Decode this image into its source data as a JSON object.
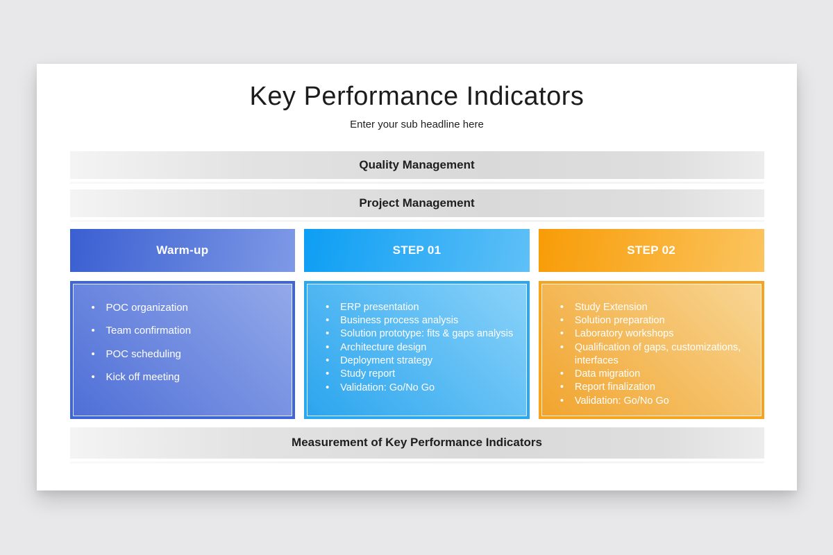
{
  "page": {
    "title": "Key Performance Indicators",
    "subtitle": "Enter your sub headline here"
  },
  "bars": {
    "quality": {
      "label": "Quality Management"
    },
    "project": {
      "label": "Project Management"
    },
    "measurement": {
      "label": "Measurement of Key Performance Indicators"
    }
  },
  "columns": [
    {
      "header": "Warm-up",
      "colors": {
        "header_from": "#3a5fd1",
        "header_to": "#7e99e6",
        "border": "#3e66d8",
        "fill_from": "#4f6fd7",
        "fill_to": "#93a9e9"
      },
      "items": [
        "POC organization",
        "Team confirmation",
        "POC scheduling",
        "Kick off meeting"
      ]
    },
    {
      "header": "STEP 01",
      "colors": {
        "header_from": "#0d9ef4",
        "header_to": "#5ec0f7",
        "border": "#2aa7ee",
        "fill_from": "#2ba5ee",
        "fill_to": "#8ad2f9"
      },
      "items": [
        "ERP presentation",
        "Business process analysis",
        "Solution prototype: fits & gaps analysis",
        "Architecture design",
        "Deployment strategy",
        "Study report",
        "Validation: Go/No Go"
      ]
    },
    {
      "header": "STEP 02",
      "colors": {
        "header_from": "#f89c07",
        "header_to": "#fbc45f",
        "border": "#f6a41f",
        "fill_from": "#f1a42d",
        "fill_to": "#f8d695"
      },
      "items": [
        "Study Extension",
        "Solution preparation",
        "Laboratory workshops",
        "Qualification of gaps, customizations, interfaces",
        "Data migration",
        "Report finalization",
        "Validation: Go/No Go"
      ]
    }
  ],
  "theme": {
    "page_bg": "#e8e7e9",
    "card_bg": "#ffffff",
    "bar_text": "#1e1e1e",
    "bullet_text": "#ffffff"
  }
}
